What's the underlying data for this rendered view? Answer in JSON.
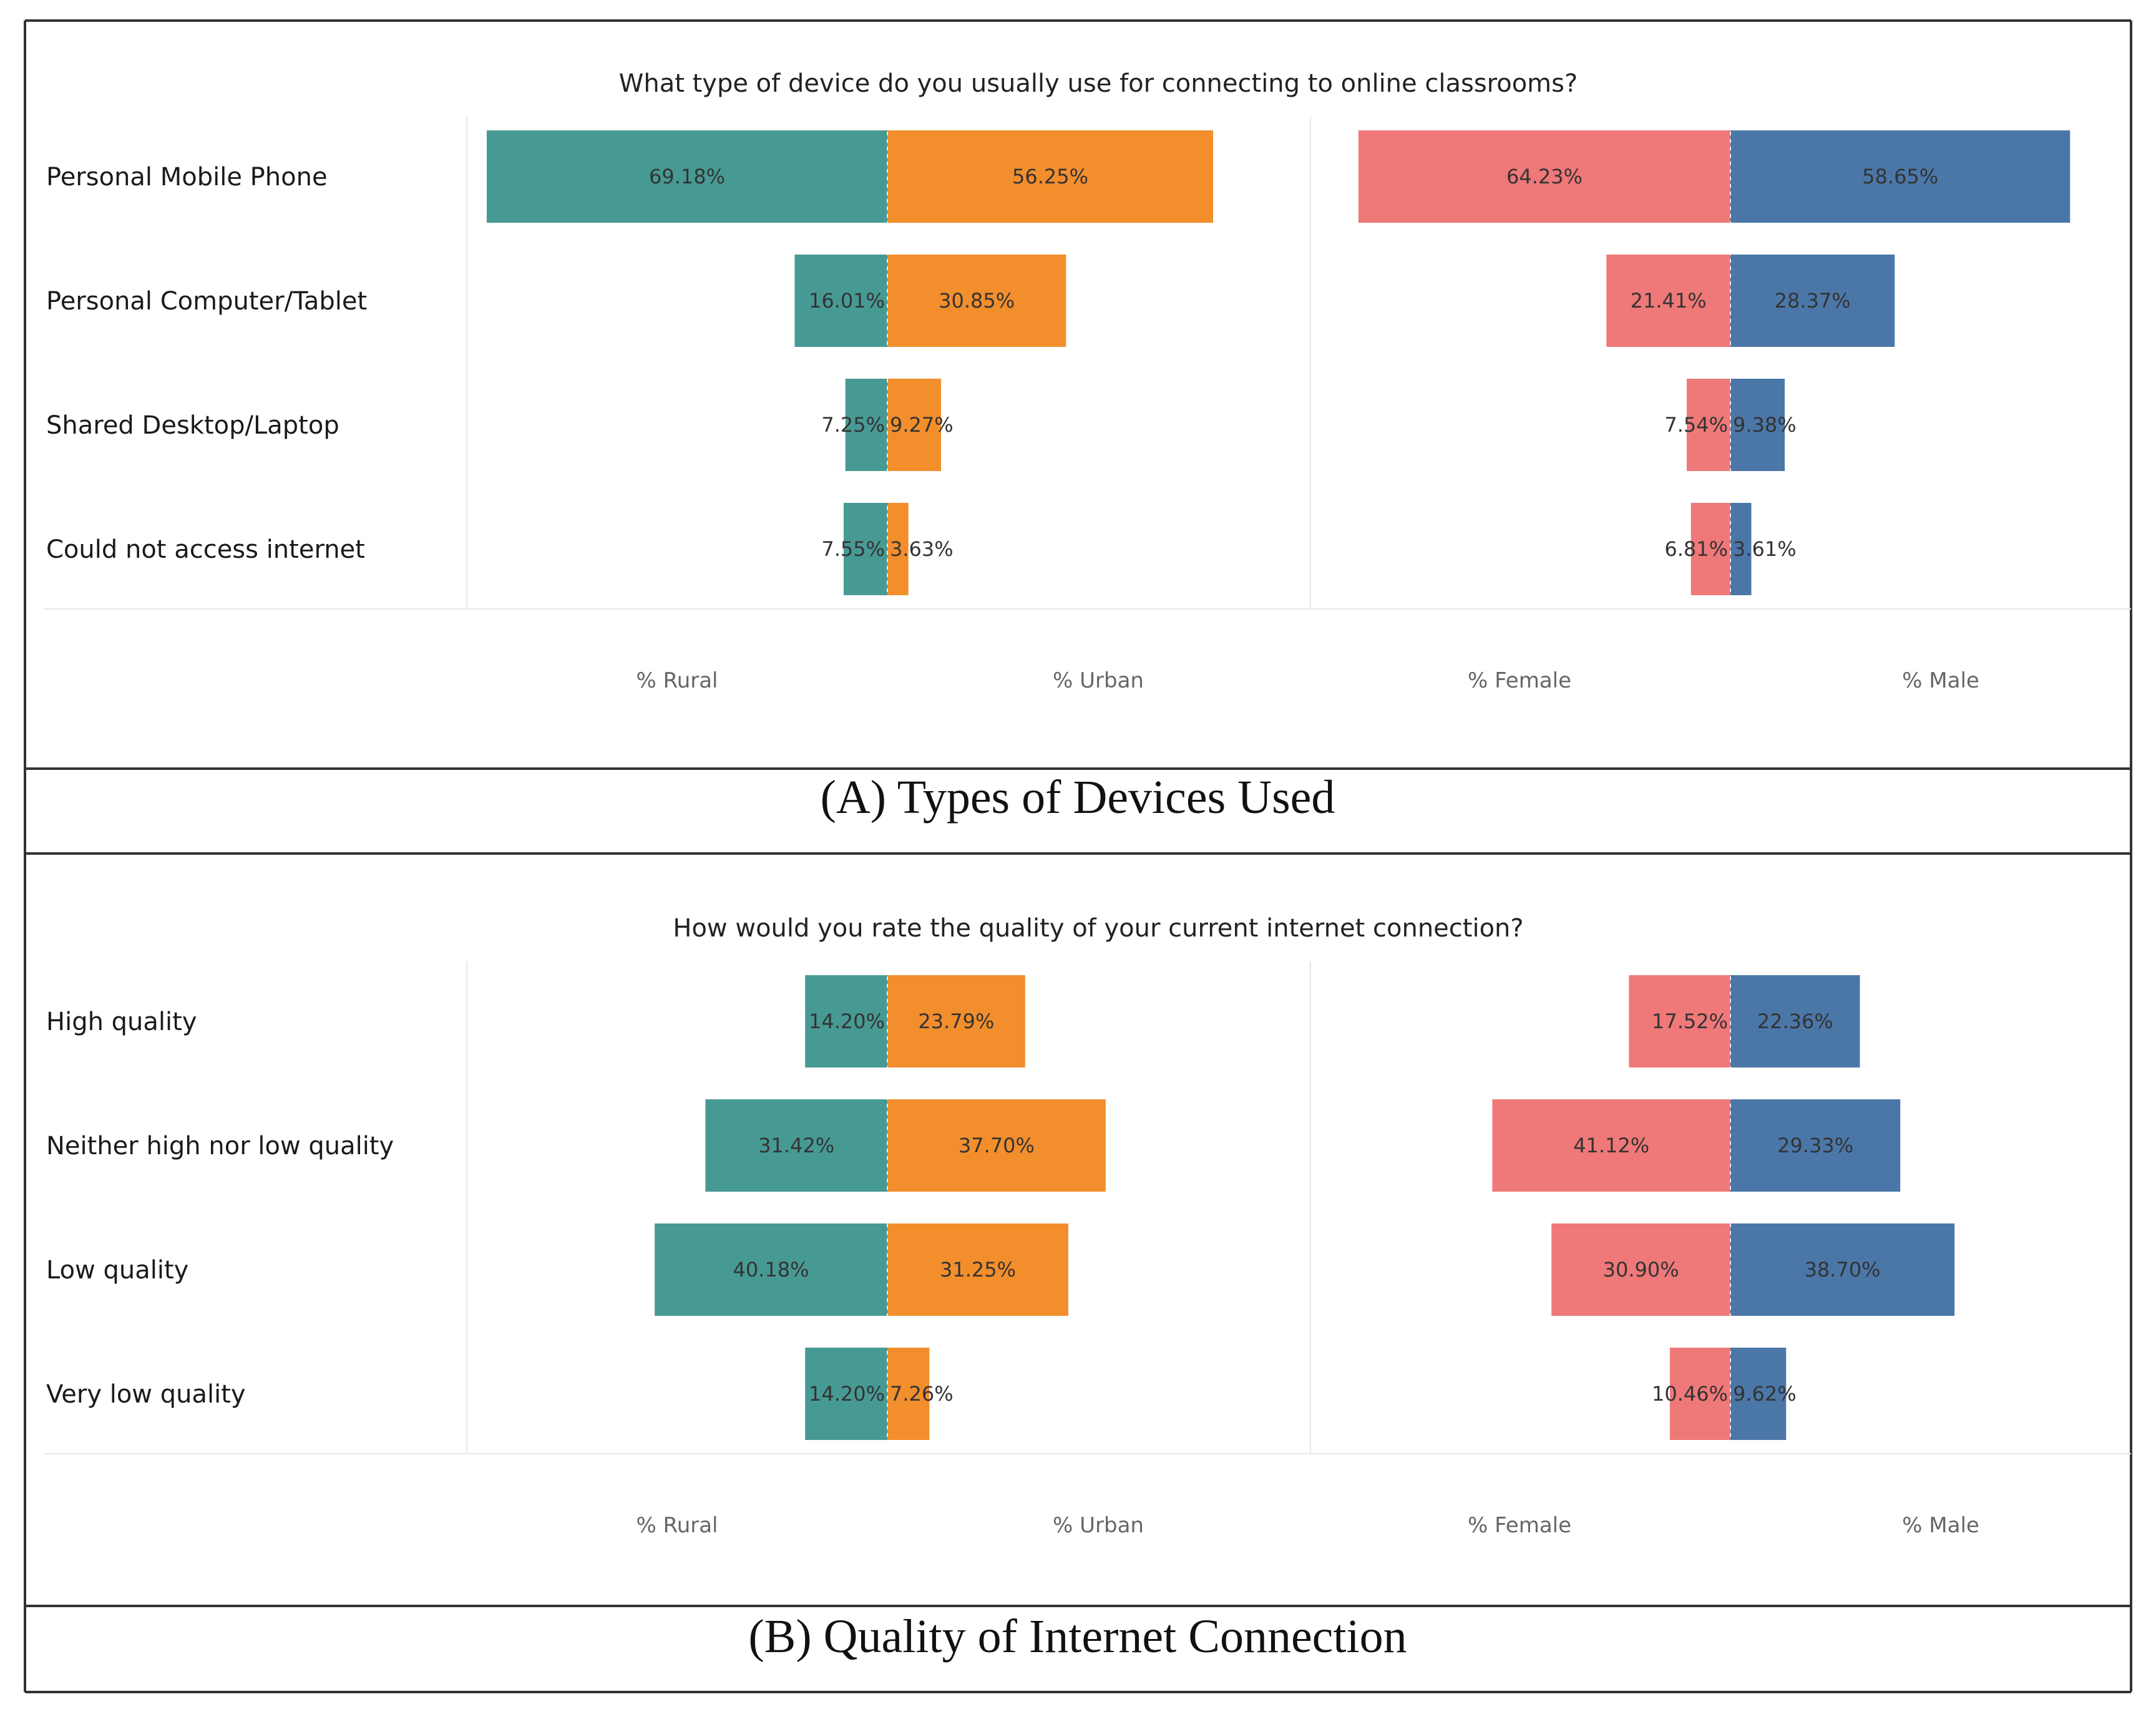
{
  "colors": {
    "rural": "#479a94",
    "urban": "#f28e2c",
    "female": "#ef7878",
    "male": "#4b77a8",
    "frame": "#333333",
    "grid": "#e6e6e6"
  },
  "chart_data": [
    {
      "type": "bar",
      "title": "What type of device do you usually use for connecting to online classrooms?",
      "caption": "(A) Types of Devices Used",
      "categories": [
        "Personal Mobile Phone",
        "Personal Computer/Tablet",
        "Shared Desktop/Laptop",
        "Could not access internet"
      ],
      "axis_labels": [
        "% Rural",
        "% Urban",
        "% Female",
        "% Male"
      ],
      "series": [
        {
          "name": "% Rural",
          "values": [
            69.18,
            16.01,
            7.25,
            7.55
          ],
          "labels": [
            "69.18%",
            "16.01%",
            "7.25%",
            "7.55%"
          ]
        },
        {
          "name": "% Urban",
          "values": [
            56.25,
            30.85,
            9.27,
            3.63
          ],
          "labels": [
            "56.25%",
            "30.85%",
            "9.27%",
            "3.63%"
          ]
        },
        {
          "name": "% Female",
          "values": [
            64.23,
            21.41,
            7.54,
            6.81
          ],
          "labels": [
            "64.23%",
            "21.41%",
            "7.54%",
            "6.81%"
          ]
        },
        {
          "name": "% Male",
          "values": [
            58.65,
            28.37,
            9.38,
            3.61
          ],
          "labels": [
            "58.65%",
            "28.37%",
            "9.38%",
            "3.61%"
          ]
        }
      ]
    },
    {
      "type": "bar",
      "title": "How would you rate the quality of your current internet connection?",
      "caption": "(B) Quality of Internet Connection",
      "categories": [
        "High quality",
        "Neither high nor low quality",
        "Low quality",
        "Very low quality"
      ],
      "axis_labels": [
        "% Rural",
        "% Urban",
        "% Female",
        "% Male"
      ],
      "series": [
        {
          "name": "% Rural",
          "values": [
            14.2,
            31.42,
            40.18,
            14.2
          ],
          "labels": [
            "14.20%",
            "31.42%",
            "40.18%",
            "14.20%"
          ]
        },
        {
          "name": "% Urban",
          "values": [
            23.79,
            37.7,
            31.25,
            7.26
          ],
          "labels": [
            "23.79%",
            "37.70%",
            "31.25%",
            "7.26%"
          ]
        },
        {
          "name": "% Female",
          "values": [
            17.52,
            41.12,
            30.9,
            10.46
          ],
          "labels": [
            "17.52%",
            "41.12%",
            "30.90%",
            "10.46%"
          ]
        },
        {
          "name": "% Male",
          "values": [
            22.36,
            29.33,
            38.7,
            9.62
          ],
          "labels": [
            "22.36%",
            "29.33%",
            "38.70%",
            "9.62%"
          ]
        }
      ]
    }
  ]
}
